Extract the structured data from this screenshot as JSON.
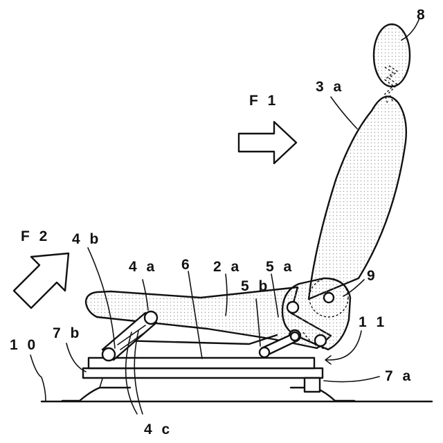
{
  "labels": {
    "headrest": "8",
    "seatback": "3 a",
    "force_f1": "F 1",
    "force_f2": "F 2",
    "front_link": "4 b",
    "front_link_upper": "4 a",
    "frame": "6",
    "cushion": "2 a",
    "rear_link_upper": "5 a",
    "rear_link": "5 b",
    "recliner": "9",
    "bracket": "1 1",
    "front_rail": "7 b",
    "floor": "1 0",
    "rear_rail": "7 a",
    "link_pair": "4 c"
  }
}
